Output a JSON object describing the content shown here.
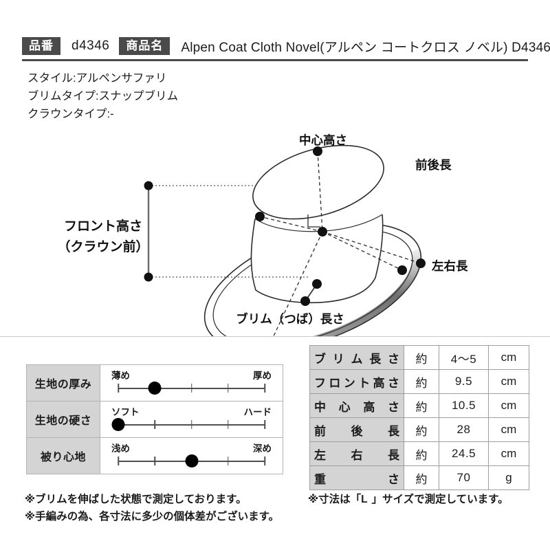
{
  "header": {
    "code_label": "品番",
    "code_value": "d4346",
    "name_label": "商品名",
    "name_value": "Alpen Coat Cloth Novel(アルペン コートクロス ノベル) D4346"
  },
  "specs": [
    "スタイル:アルペンサファリ",
    "ブリムタイプ:スナップブリム",
    "クラウンタイプ:-"
  ],
  "diagram": {
    "labels": {
      "center_height": "中心高さ",
      "front_back": "前後長",
      "left_right": "左右長",
      "brim_length": "ブリム（つば）長さ",
      "front_height_line1": "フロント高さ",
      "front_height_line2": "（クラウン前）"
    }
  },
  "feel_chart": {
    "rows": [
      {
        "name": "生地の厚み",
        "left_label": "薄め",
        "right_label": "厚め",
        "value": 2,
        "steps": 5
      },
      {
        "name": "生地の硬さ",
        "left_label": "ソフト",
        "right_label": "ハード",
        "value": 1,
        "steps": 5
      },
      {
        "name": "被り心地",
        "left_label": "浅め",
        "right_label": "深め",
        "value": 3,
        "steps": 5
      }
    ]
  },
  "size_table": {
    "rows": [
      {
        "label": "ブリム長さ",
        "approx": "約",
        "value": "4〜5",
        "unit": "cm"
      },
      {
        "label": "フロント高さ",
        "approx": "約",
        "value": "9.5",
        "unit": "cm"
      },
      {
        "label": "中心高さ",
        "approx": "約",
        "value": "10.5",
        "unit": "cm"
      },
      {
        "label": "前後長",
        "approx": "約",
        "value": "28",
        "unit": "cm"
      },
      {
        "label": "左右長",
        "approx": "約",
        "value": "24.5",
        "unit": "cm"
      },
      {
        "label": "重さ",
        "approx": "約",
        "value": "70",
        "unit": "g"
      }
    ]
  },
  "notes": {
    "left": [
      "※ブリムを伸ばした状態で測定しております。",
      "※手編みの為、各寸法に多少の個体差がございます。"
    ],
    "right_prefix": "※寸法は「",
    "right_size": "L",
    "right_suffix": "」サイズで測定しています。"
  },
  "colors": {
    "chip_bg": "#4a4a4a",
    "rule": "#4a4a4a",
    "table_head_bg": "#d4d4d4",
    "brim_shade": "#8c8c8c",
    "text": "#1c1c1c"
  }
}
